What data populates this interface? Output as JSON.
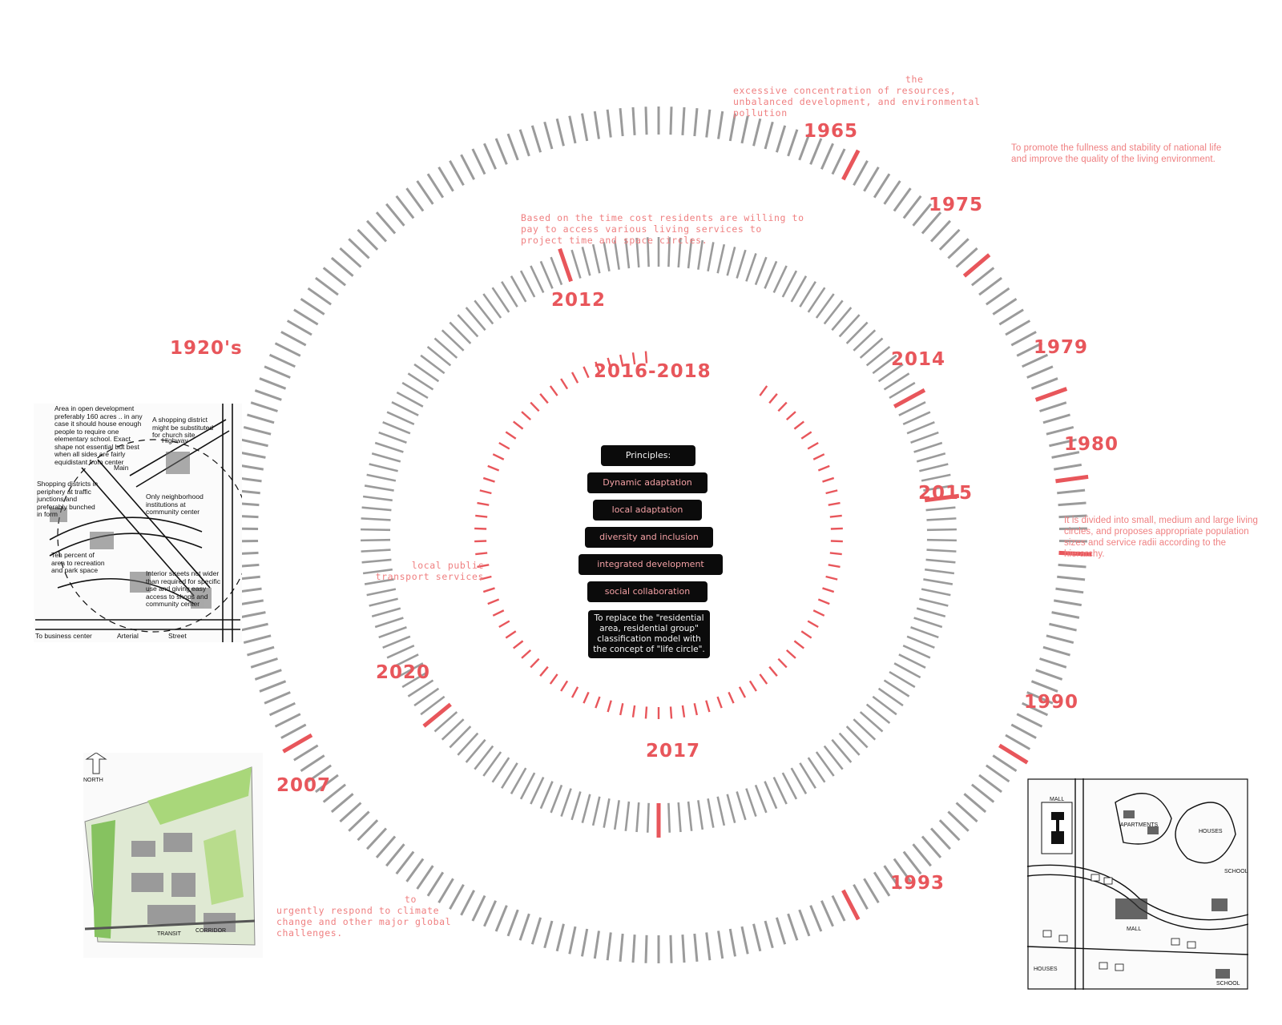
{
  "colors": {
    "accent": "#e8565b",
    "tick": "#9b9b9b",
    "note": "#ef7f80",
    "plate": "#0b0b0b"
  },
  "center": {
    "title": "2016-2018",
    "principles_label": "Principles:",
    "principles": [
      "Dynamic adaptation",
      "local adaptation",
      "diversity and inclusion",
      "integrated development",
      "social collaboration"
    ],
    "summary": "To replace the \"residential area, residential group\" classification model with the concept of \"life circle\"."
  },
  "years": {
    "y1920s": "1920's",
    "y1965": "1965",
    "y1975": "1975",
    "y1979": "1979",
    "y1980": "1980",
    "y1990": "1990",
    "y1993": "1993",
    "y2007": "2007",
    "y2012": "2012",
    "y2014": "2014",
    "y2015": "2015",
    "y2017": "2017",
    "y2020": "2020"
  },
  "notes": {
    "n1965": "the excessive concentration of resources, unbalanced development, and environmental pollution",
    "n1975": "To promote the fullness and stability of national life and improve the quality of the living environment.",
    "n2012": "Based on the time cost residents are willing to pay to access various living services to project time and space circles.",
    "n1980": "It is divided into small, medium and large living circles, and proposes appropriate population sizes and service radii according to the hierarchy.",
    "n2020": "local public transport services",
    "n2007": "to urgently respond to climate change and other major global challenges."
  },
  "map1": {
    "labels": [
      "Area in open development preferably 160 acres .. in any case it should house enough people to require one elementary school. Exact shape not essential but best when all sides are fairly equidistant from center",
      "A shopping district might be substituted for church site",
      "Shopping districts in periphery at traffic junctions and preferably bunched in form",
      "Only neighborhood institutions at community center",
      "Ten percent of area to recreation and park space",
      "Interior streets not wider than required for specific use and giving easy access to shops and community center",
      "To business center",
      "Arterial",
      "Street",
      "Main",
      "Highway"
    ]
  },
  "map2": {
    "labels": [
      "NORTH",
      "TRANSIT",
      "CORRIDOR"
    ]
  },
  "map3": {
    "labels": [
      "MALL",
      "APARTMENTS",
      "HOUSES",
      "SCHOOL",
      "MALL",
      "HOUSES",
      "SCHOOL"
    ]
  }
}
